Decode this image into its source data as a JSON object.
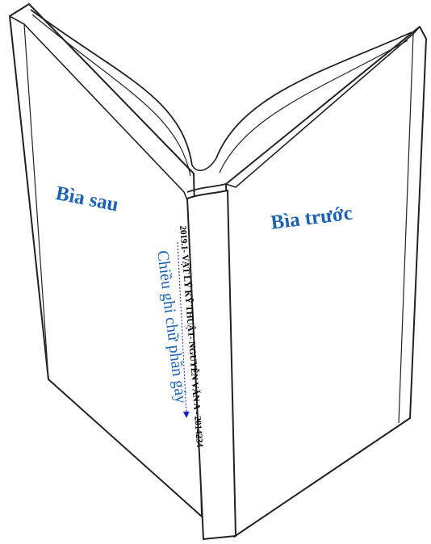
{
  "labels": {
    "back_cover": "Bìa sau",
    "front_cover": "Bìa trước",
    "spine_title": "2019.1- VẬT LÝ KỸ THUẬT- NGUYỄN VĂN A - 2014234",
    "spine_direction": "Chiều ghi chữ phần gáy"
  },
  "colors": {
    "label_blue": "#1b63b5",
    "arrow_blue": "#1a1ad6",
    "outline": "#222222"
  }
}
